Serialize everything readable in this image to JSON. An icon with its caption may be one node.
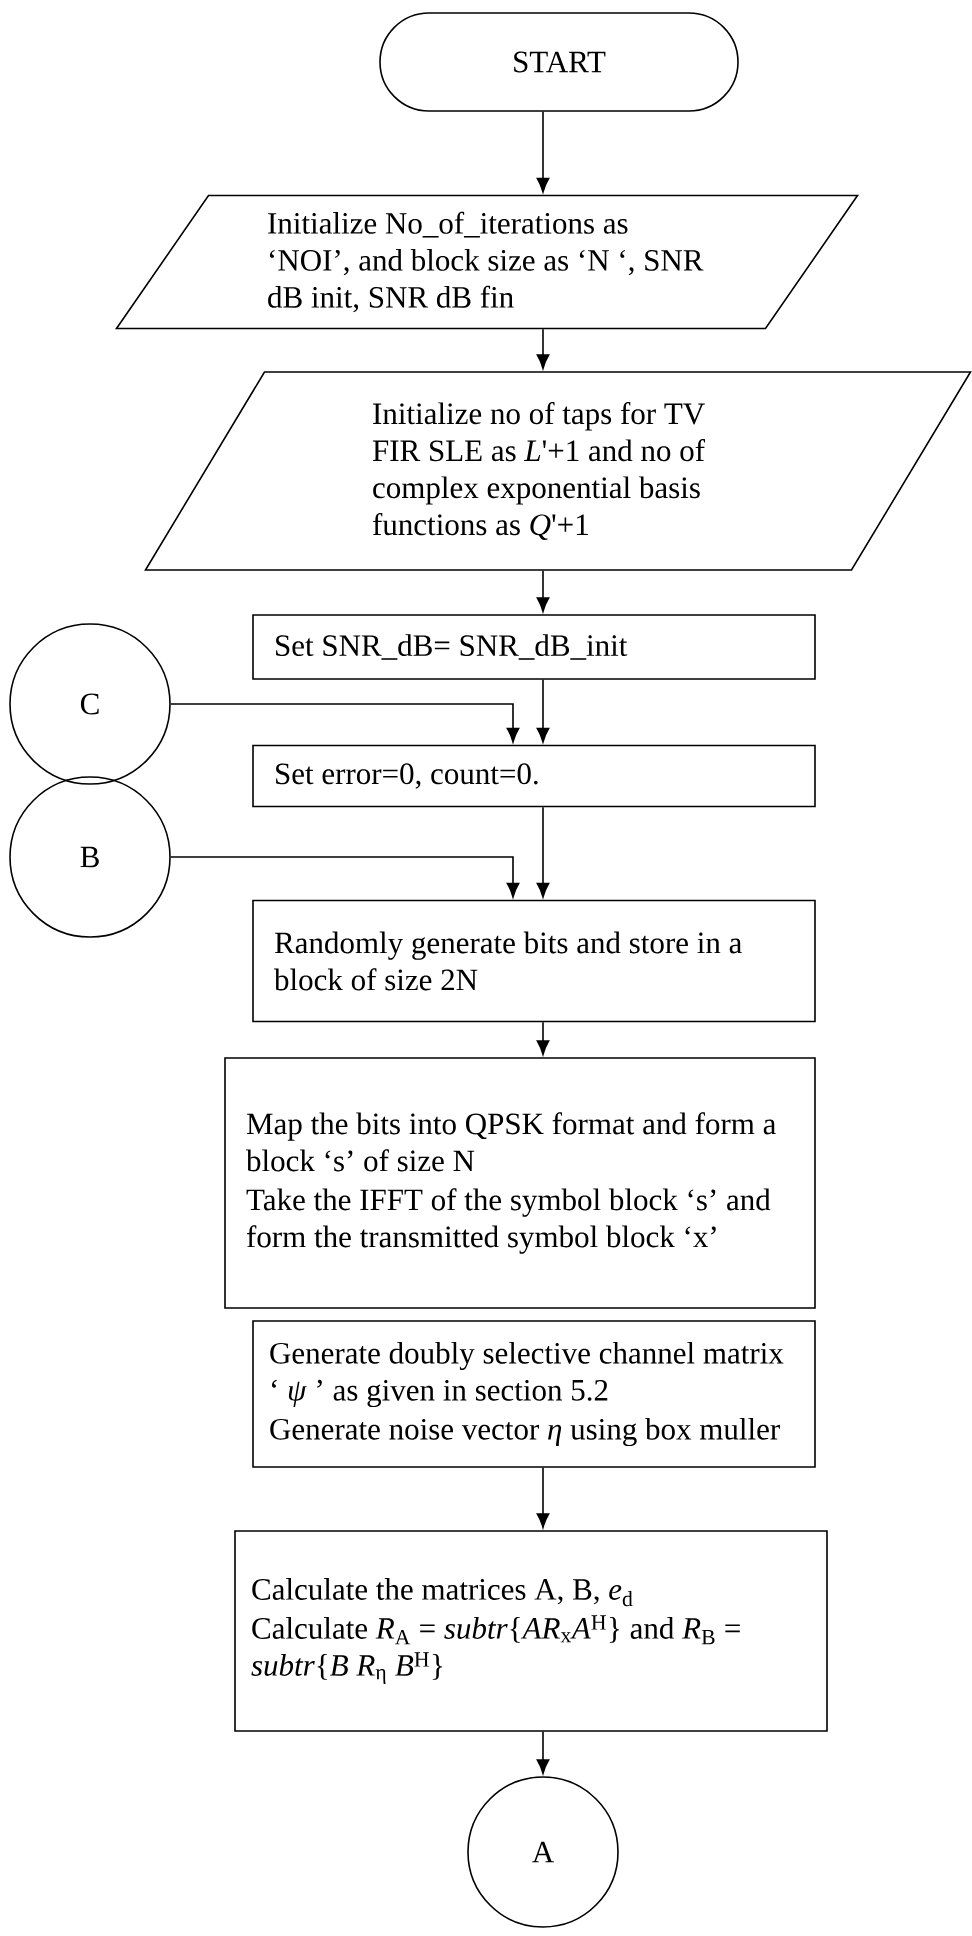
{
  "diagram": {
    "nodes": [
      {
        "text": [
          "START"
        ]
      },
      {
        "text": [
          "Initialize No_of_iterations as ‘NOI’, and block size as ‘N ‘, SNR dB init, SNR dB fin"
        ]
      },
      {
        "text": [
          "Initialize no of taps for TV FIR SLE as *L*'+1 and no of complex exponential basis functions as *Q*'+1"
        ]
      },
      {
        "text": [
          "Set SNR_dB= SNR_dB_init"
        ]
      },
      {
        "text": [
          "C"
        ]
      },
      {
        "text": [
          "Set error=0, count=0."
        ]
      },
      {
        "text": [
          "B"
        ]
      },
      {
        "text": [
          "Randomly generate bits and store in a block of size 2N"
        ]
      },
      {
        "text": [
          "Map the bits into QPSK format and form a block ‘s’ of size N",
          "Take the IFFT of the symbol block ‘s’ and form the transmitted symbol block ‘x’"
        ]
      },
      {
        "text": [
          "Generate doubly selective channel matrix ‘ *ψ* ’ as given in section 5.2",
          "Generate noise vector *η* using box muller"
        ]
      },
      {
        "text": [
          "Calculate the matrices A, B, *e*$_{d}$",
          "Calculate *R*$_{A}$ = *subtr*{*AR*$_{x}$*A*$^{H}$} and *R*$_{B}$ = *subtr*{*B R*$_{η}$ *B*$^{H}$}"
        ]
      },
      {
        "text": [
          "A"
        ]
      }
    ],
    "edges": [
      {
        "from": 0,
        "to": 1,
        "arrow": "to"
      },
      {
        "from": 1,
        "to": 2,
        "arrow": "to"
      },
      {
        "from": 2,
        "to": 3,
        "arrow": "to"
      },
      {
        "from": 3,
        "to": 5,
        "arrow": "to"
      },
      {
        "from": 4,
        "to": 5,
        "arrow": "to"
      },
      {
        "from": 5,
        "to": 7,
        "arrow": "to"
      },
      {
        "from": 6,
        "to": 7,
        "arrow": "to"
      },
      {
        "from": 7,
        "to": 8,
        "arrow": "to"
      },
      {
        "from": 9,
        "to": 10,
        "arrow": "to"
      },
      {
        "from": 10,
        "to": 11,
        "arrow": "to"
      }
    ]
  }
}
